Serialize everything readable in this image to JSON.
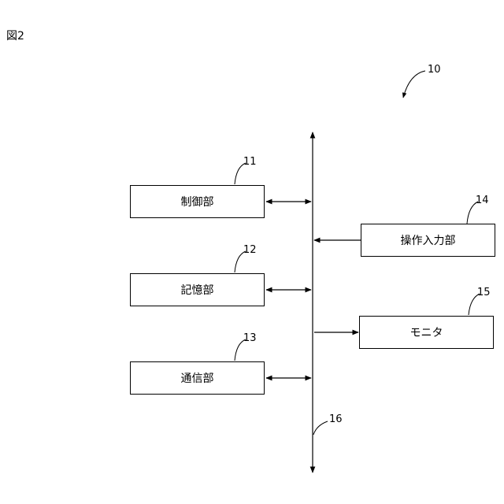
{
  "figure_label": "図2",
  "system_ref": "10",
  "bus_ref": "16",
  "blocks": {
    "control": {
      "label": "制御部",
      "ref": "11"
    },
    "storage": {
      "label": "記憶部",
      "ref": "12"
    },
    "communication": {
      "label": "通信部",
      "ref": "13"
    },
    "operation_input": {
      "label": "操作入力部",
      "ref": "14"
    },
    "monitor": {
      "label": "モニタ",
      "ref": "15"
    }
  }
}
